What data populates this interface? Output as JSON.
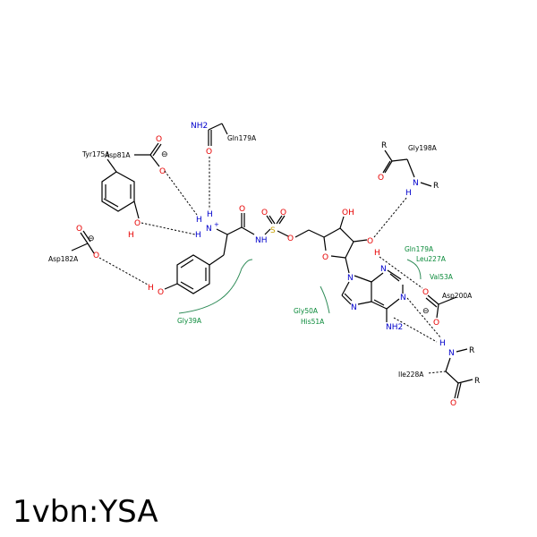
{
  "title": "1vbn:YSA",
  "residues": {
    "gln179_top": "Gln179A",
    "asp81": "Asp81A",
    "tyr175": "Tyr175A",
    "asp182": "Asp182A",
    "gly198": "Gly198A",
    "gln179_hyd": "Gln179A",
    "leu227": "Leu227A",
    "val53": "Val53A",
    "asp200": "Asp200A",
    "gly50": "Gly50A",
    "his51": "His51A",
    "gly39": "Gly39A",
    "ile228": "Ile228A"
  },
  "atoms": {
    "nh2_top": "NH2",
    "nh2_adenine": "NH2",
    "r": "R",
    "o": "O",
    "n": "N",
    "s": "S",
    "h": "H",
    "oh": "OH",
    "nh": "NH",
    "nplus": "N+",
    "minus": "⊖"
  },
  "colors": {
    "oxygen": "#e60000",
    "nitrogen": "#0000cc",
    "sulfur": "#c8a200",
    "hydrophobic": "#0a8a3a"
  }
}
